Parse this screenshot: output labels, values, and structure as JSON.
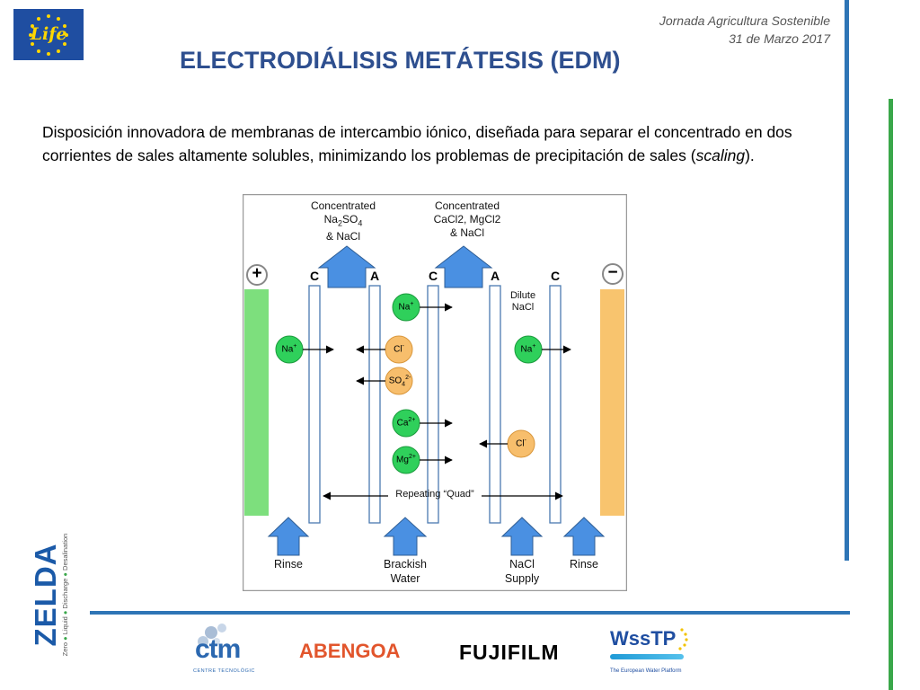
{
  "header": {
    "event": "Jornada Agricultura Sostenible",
    "date": "31 de Marzo 2017",
    "title": "ELECTRODIÁLISIS METÁTESIS (EDM)"
  },
  "eu_logo": {
    "text": "Life"
  },
  "description": {
    "before": "Disposición innovadora de membranas de intercambio iónico, diseñada para separar el concentrado en dos corrientes de sales altamente solubles, minimizando los problemas de precipitación de sales (",
    "italic": "scaling",
    "after": ")."
  },
  "diagram": {
    "outlets": [
      {
        "line1": "Concentrated",
        "line2a": "Na",
        "sub": "2",
        "line2b": "SO",
        "sub2": "4",
        "line3": "& NaCl"
      },
      {
        "line1": "Concentrated",
        "line2": "CaCl2, MgCl2",
        "line3": "& NaCl"
      }
    ],
    "electrodes": {
      "anode": "+",
      "cathode": "−"
    },
    "membranes": [
      "C",
      "A",
      "C",
      "A",
      "C"
    ],
    "dilute": {
      "line1": "Dilute",
      "line2": "NaCl"
    },
    "ions": [
      {
        "base": "Na",
        "sup": "+"
      },
      {
        "base": "Na",
        "sup": "+"
      },
      {
        "base": "Cl",
        "sup": "-"
      },
      {
        "base": "SO",
        "sub": "4",
        "sup": "2-"
      },
      {
        "base": "Na",
        "sup": "+"
      },
      {
        "base": "Ca",
        "sup": "2+"
      },
      {
        "base": "Mg",
        "sup": "2+"
      },
      {
        "base": "Cl",
        "sup": "-"
      }
    ],
    "repeat_label": "Repeating “Quad”",
    "inlets": [
      {
        "line1": "Rinse"
      },
      {
        "line1": "Brackish",
        "line2": "Water"
      },
      {
        "line1": "NaCl",
        "line2": "Supply"
      },
      {
        "line1": "Rinse"
      }
    ]
  },
  "zelda": {
    "word": "ZELDA",
    "tagline": [
      "Zero",
      "Liquid",
      "Discharge",
      "Desalination"
    ]
  },
  "partners": {
    "ctm": {
      "name": "ctm",
      "subtitle": "CENTRE TECNOLÒGIC"
    },
    "abengoa": "ABENGOA",
    "fujifilm": "FUJIFILM",
    "wsstp": {
      "name": "WssTP",
      "subtitle": "The European Water Platform"
    }
  },
  "colors": {
    "title": "#2e4f8f",
    "accent_blue": "#2e75b6",
    "accent_green": "#3aa74a",
    "anode": "#7ddf7d",
    "cathode": "#f8c46e",
    "ion_green": "#2fd05b",
    "ion_orange": "#f7be6c",
    "arrow_blue": "#4a90e2"
  }
}
